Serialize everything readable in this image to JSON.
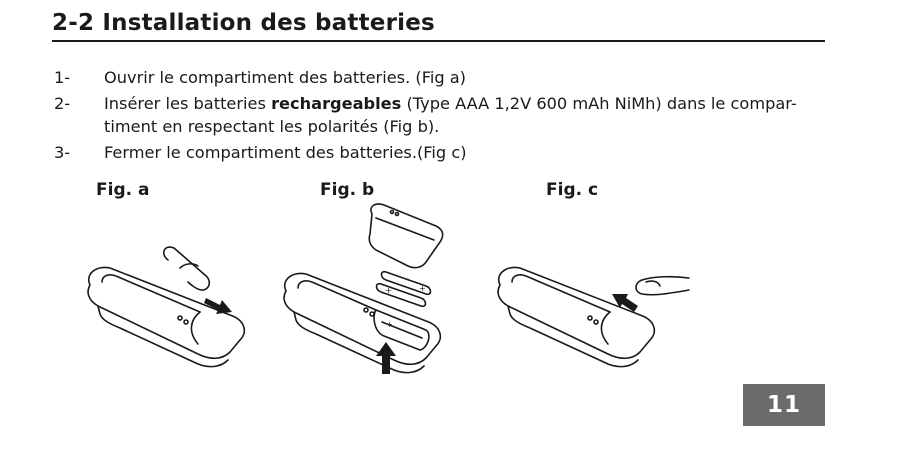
{
  "section": {
    "title": "2-2 Installation des batteries"
  },
  "steps": [
    {
      "num": "1-",
      "text_before": "Ouvrir le compartiment des batteries. (Fig a)",
      "bold": "",
      "text_after": ""
    },
    {
      "num": "2-",
      "text_before": "Insérer les batteries ",
      "bold": "rechargeables",
      "text_after": " (Type AAA 1,2V 600 mAh NiMh) dans le compar-timent en respectant les polarités (Fig b)."
    },
    {
      "num": "3-",
      "text_before": "Fermer le compartiment des batteries.(Fig c)",
      "bold": "",
      "text_after": ""
    }
  ],
  "figures": [
    {
      "label": "Fig. a"
    },
    {
      "label": "Fig. b"
    },
    {
      "label": "Fig. c"
    }
  ],
  "page": {
    "number": "11"
  }
}
